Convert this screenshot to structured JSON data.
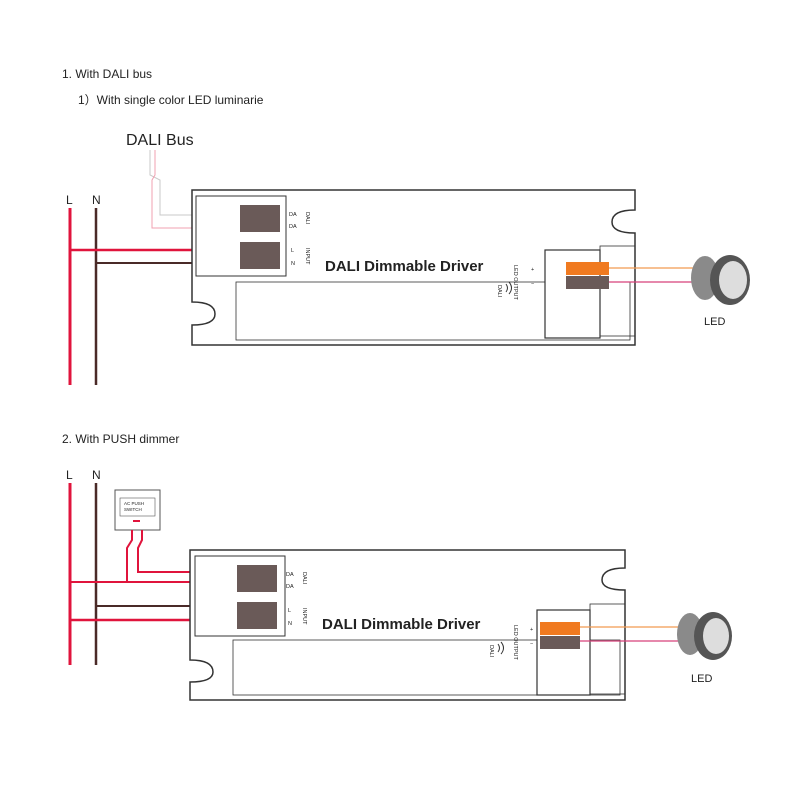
{
  "section1": {
    "heading": "1. With DALI bus",
    "subheading": "1）With single color LED luminarie",
    "bus_label": "DALI Bus",
    "line_L": "L",
    "line_N": "N",
    "driver_label": "DALI Dimmable Driver",
    "terminal_da1": "DA",
    "terminal_da2": "DA",
    "terminal_l": "L",
    "terminal_n": "N",
    "dali_label": "DALI",
    "input_label": "INPUT",
    "output_label": "LED OUTPUT",
    "plus": "+",
    "minus": "−",
    "led_label": "LED"
  },
  "section2": {
    "heading": "2. With PUSH dimmer",
    "line_L": "L",
    "line_N": "N",
    "switch_label_1": "AC PUSH",
    "switch_label_2": "SWITCH",
    "driver_label": "DALI Dimmable Driver",
    "terminal_da1": "DA",
    "terminal_da2": "DA",
    "terminal_l": "L",
    "terminal_n": "N",
    "dali_label": "DALI",
    "input_label": "INPUT",
    "output_label": "LED OUTPUT",
    "plus": "+",
    "minus": "−",
    "led_label": "LED"
  },
  "colors": {
    "live": "#e0143c",
    "neutral": "#4a2a28",
    "dali": "#f2a0b0",
    "led_plus": "#f29a50",
    "led_minus": "#d8407a",
    "terminal": "#6a5a58",
    "terminal_orange": "#f07a20"
  }
}
